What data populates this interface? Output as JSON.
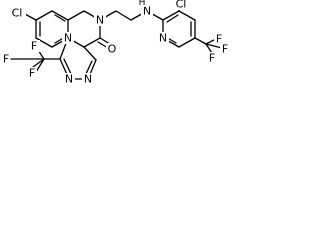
{
  "molecule": {
    "atoms": {
      "cl1": "Cl",
      "f1": "F",
      "f2": "F",
      "f3": "F",
      "n_quin": "N",
      "n_tri1": "N",
      "n_tri2": "N",
      "n_bridge": "N",
      "o1": "O",
      "n_amine": "N",
      "h_amine": "H",
      "cl2": "Cl",
      "n_pyr": "N",
      "f4": "F",
      "f5": "F",
      "f6": "F"
    }
  }
}
